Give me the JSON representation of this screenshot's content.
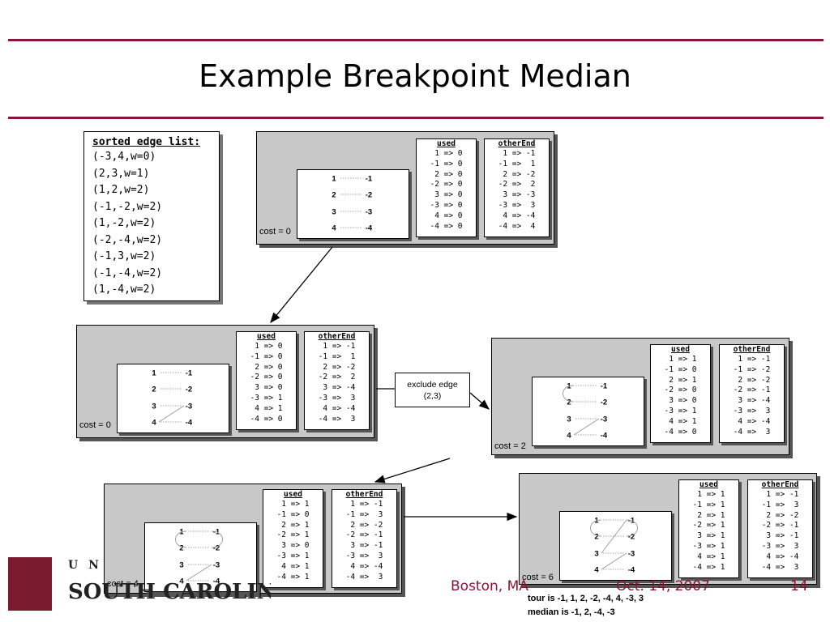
{
  "title": "Example Breakpoint Median",
  "sorted_list": {
    "header": "sorted edge list:",
    "items": [
      "(-3,4,w=0)",
      "(2,3,w=1)",
      "(1,2,w=2)",
      "(-1,-2,w=2)",
      "(1,-2,w=2)",
      "(-2,-4,w=2)",
      "(-1,3,w=2)",
      "(-1,-4,w=2)",
      "(1,-4,w=2)"
    ]
  },
  "table_headers": {
    "used": "used",
    "otherEnd": "otherEnd"
  },
  "node_labels": {
    "left": [
      "1",
      "2",
      "3",
      "4"
    ],
    "right": [
      "-1",
      "-2",
      "-3",
      "-4"
    ]
  },
  "panels": [
    {
      "cost": "cost = 0",
      "used": [
        " 1 => 0",
        "-1 => 0",
        " 2 => 0",
        "-2 => 0",
        " 3 => 0",
        "-3 => 0",
        " 4 => 0",
        "-4 => 0"
      ],
      "otherEnd": [
        " 1 => -1",
        "-1 =>  1",
        " 2 => -2",
        "-2 =>  2",
        " 3 => -3",
        "-3 =>  3",
        " 4 => -4",
        "-4 =>  4"
      ]
    },
    {
      "cost": "cost = 0",
      "used": [
        " 1 => 0",
        "-1 => 0",
        " 2 => 0",
        "-2 => 0",
        " 3 => 0",
        "-3 => 1",
        " 4 => 1",
        "-4 => 0"
      ],
      "otherEnd": [
        " 1 => -1",
        "-1 =>  1",
        " 2 => -2",
        "-2 =>  2",
        " 3 => -4",
        "-3 =>  3",
        " 4 => -4",
        "-4 =>  3"
      ]
    },
    {
      "cost": "cost = 2",
      "used": [
        " 1 => 1",
        "-1 => 0",
        " 2 => 1",
        "-2 => 0",
        " 3 => 0",
        "-3 => 1",
        " 4 => 1",
        "-4 => 0"
      ],
      "otherEnd": [
        " 1 => -1",
        "-1 => -2",
        " 2 => -2",
        "-2 => -1",
        " 3 => -4",
        "-3 =>  3",
        " 4 => -4",
        "-4 =>  3"
      ]
    },
    {
      "cost": "cost = 4",
      "used": [
        " 1 => 1",
        "-1 => 0",
        " 2 => 1",
        "-2 => 1",
        " 3 => 0",
        "-3 => 1",
        " 4 => 1",
        "-4 => 1"
      ],
      "otherEnd": [
        " 1 => -1",
        "-1 =>  3",
        " 2 => -2",
        "-2 => -1",
        " 3 => -1",
        "-3 =>  3",
        " 4 => -4",
        "-4 =>  3"
      ]
    },
    {
      "cost": "cost = 6",
      "used": [
        " 1 => 1",
        "-1 => 1",
        " 2 => 1",
        "-2 => 1",
        " 3 => 1",
        "-3 => 1",
        " 4 => 1",
        "-4 => 1"
      ],
      "otherEnd": [
        " 1 => -1",
        "-1 =>  3",
        " 2 => -2",
        "-2 => -1",
        " 3 => -1",
        "-3 =>  3",
        " 4 => -4",
        "-4 =>  3"
      ]
    }
  ],
  "exclude_note": {
    "line1": "exclude edge",
    "line2": "(2,3)"
  },
  "footer": {
    "location": "Boston, MA",
    "date": "Oct. 14, 2007",
    "page": "14",
    "tour": "tour is -1, 1, 2, -2, -4, 4, -3, 3",
    "median": "median is -1, 2, -4, -3",
    "logo_u": "U N",
    "logo_sc": "SOUTH CAROLINA"
  },
  "colors": {
    "rule": "#8a1538",
    "panel": "#c8c8c8",
    "footer_text": "#8a1538"
  }
}
